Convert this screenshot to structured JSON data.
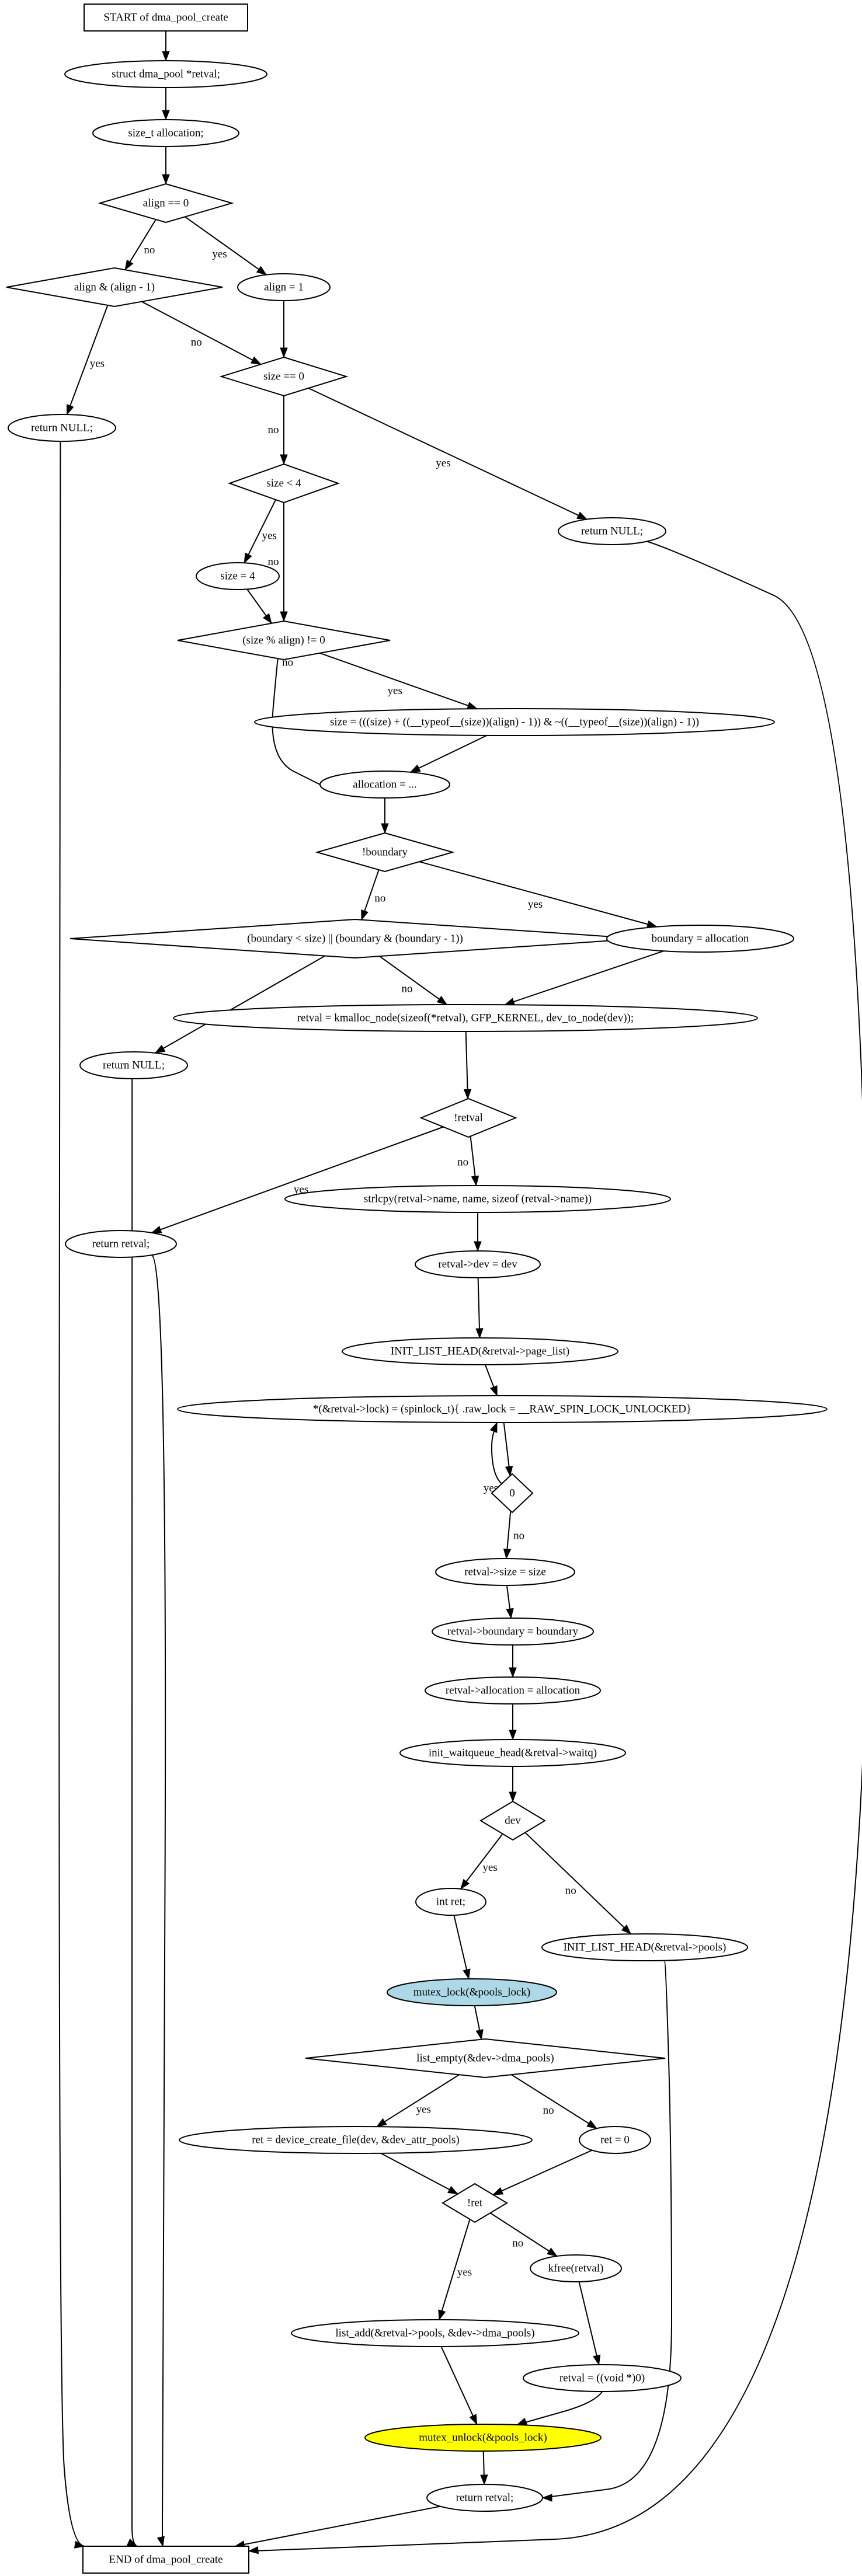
{
  "colors": {
    "stroke": "#000000",
    "background": "#ffffff",
    "mutex_lock_fill": "#add8e6",
    "mutex_unlock_fill": "#ffff00"
  },
  "nodes": [
    {
      "id": "start",
      "shape": "box",
      "text": "START of dma_pool_create"
    },
    {
      "id": "retval_decl",
      "shape": "ellipse",
      "text": "struct dma_pool *retval;"
    },
    {
      "id": "alloc_decl",
      "shape": "ellipse",
      "text": "size_t allocation;"
    },
    {
      "id": "align_eq0",
      "shape": "diamond",
      "text": "align == 0"
    },
    {
      "id": "align_chk",
      "shape": "diamond",
      "text": "align & (align - 1)"
    },
    {
      "id": "align_set1",
      "shape": "ellipse",
      "text": "align = 1"
    },
    {
      "id": "ret_null_1",
      "shape": "ellipse",
      "text": "return NULL;"
    },
    {
      "id": "size_eq0",
      "shape": "diamond",
      "text": "size == 0"
    },
    {
      "id": "size_lt4",
      "shape": "diamond",
      "text": "size < 4"
    },
    {
      "id": "ret_null_2",
      "shape": "ellipse",
      "text": "return NULL;"
    },
    {
      "id": "size_set4",
      "shape": "ellipse",
      "text": "size = 4"
    },
    {
      "id": "size_mod",
      "shape": "diamond",
      "text": "(size % align) != 0"
    },
    {
      "id": "size_round",
      "shape": "ellipse",
      "text": "size = (((size) + ((__typeof__(size))(align) - 1)) & ~((__typeof__(size))(align) - 1))"
    },
    {
      "id": "alloc_assign",
      "shape": "ellipse",
      "text": "allocation = ..."
    },
    {
      "id": "not_boundary",
      "shape": "diamond",
      "text": "!boundary"
    },
    {
      "id": "boundary_chk",
      "shape": "diamond",
      "text": "(boundary < size) || (boundary & (boundary - 1))"
    },
    {
      "id": "boundary_set",
      "shape": "ellipse",
      "text": "boundary = allocation"
    },
    {
      "id": "ret_null_3",
      "shape": "ellipse",
      "text": "return NULL;"
    },
    {
      "id": "kmalloc",
      "shape": "ellipse",
      "text": "retval = kmalloc_node(sizeof(*retval), GFP_KERNEL, dev_to_node(dev));"
    },
    {
      "id": "not_retval",
      "shape": "diamond",
      "text": "!retval"
    },
    {
      "id": "ret_retval_1",
      "shape": "ellipse",
      "text": "return retval;"
    },
    {
      "id": "strlcpy",
      "shape": "ellipse",
      "text": "strlcpy(retval->name, name, sizeof (retval->name))"
    },
    {
      "id": "set_dev",
      "shape": "ellipse",
      "text": "retval->dev = dev"
    },
    {
      "id": "init_page_list",
      "shape": "ellipse",
      "text": "INIT_LIST_HEAD(&retval->page_list)"
    },
    {
      "id": "spinlock",
      "shape": "ellipse",
      "text": "*(&retval->lock) = (spinlock_t){ .raw_lock = __RAW_SPIN_LOCK_UNLOCKED}"
    },
    {
      "id": "zero_loop",
      "shape": "diamond",
      "text": "0"
    },
    {
      "id": "set_size",
      "shape": "ellipse",
      "text": "retval->size = size"
    },
    {
      "id": "set_boundary",
      "shape": "ellipse",
      "text": "retval->boundary = boundary"
    },
    {
      "id": "set_alloc",
      "shape": "ellipse",
      "text": "retval->allocation = allocation"
    },
    {
      "id": "init_waitq",
      "shape": "ellipse",
      "text": "init_waitqueue_head(&retval->waitq)"
    },
    {
      "id": "dev_chk",
      "shape": "diamond",
      "text": "dev"
    },
    {
      "id": "int_ret",
      "shape": "ellipse",
      "text": "int ret;"
    },
    {
      "id": "init_pools",
      "shape": "ellipse",
      "text": "INIT_LIST_HEAD(&retval->pools)"
    },
    {
      "id": "mutex_lock",
      "shape": "ellipse",
      "text": "mutex_lock(&pools_lock)",
      "fill": "#add8e6"
    },
    {
      "id": "list_empty",
      "shape": "diamond",
      "text": "list_empty(&dev->dma_pools)"
    },
    {
      "id": "dev_create_file",
      "shape": "ellipse",
      "text": "ret = device_create_file(dev, &dev_attr_pools)"
    },
    {
      "id": "ret_zero",
      "shape": "ellipse",
      "text": "ret = 0"
    },
    {
      "id": "not_ret",
      "shape": "diamond",
      "text": "!ret"
    },
    {
      "id": "kfree",
      "shape": "ellipse",
      "text": "kfree(retval)"
    },
    {
      "id": "list_add",
      "shape": "ellipse",
      "text": "list_add(&retval->pools, &dev->dma_pools)"
    },
    {
      "id": "retval_null",
      "shape": "ellipse",
      "text": "retval = ((void *)0)"
    },
    {
      "id": "mutex_unlock",
      "shape": "ellipse",
      "text": "mutex_unlock(&pools_lock)",
      "fill": "#ffff00"
    },
    {
      "id": "ret_retval_2",
      "shape": "ellipse",
      "text": "return retval;"
    },
    {
      "id": "end",
      "shape": "box",
      "text": "END of dma_pool_create"
    }
  ],
  "edges": [
    {
      "from": "start",
      "to": "retval_decl",
      "label": ""
    },
    {
      "from": "retval_decl",
      "to": "alloc_decl",
      "label": ""
    },
    {
      "from": "alloc_decl",
      "to": "align_eq0",
      "label": ""
    },
    {
      "from": "align_eq0",
      "to": "align_chk",
      "label": "no"
    },
    {
      "from": "align_eq0",
      "to": "align_set1",
      "label": "yes"
    },
    {
      "from": "align_chk",
      "to": "ret_null_1",
      "label": "yes"
    },
    {
      "from": "align_chk",
      "to": "size_eq0",
      "label": "no"
    },
    {
      "from": "align_set1",
      "to": "size_eq0",
      "label": ""
    },
    {
      "from": "size_eq0",
      "to": "size_lt4",
      "label": "no"
    },
    {
      "from": "size_eq0",
      "to": "ret_null_2",
      "label": "yes"
    },
    {
      "from": "size_lt4",
      "to": "size_set4",
      "label": "yes"
    },
    {
      "from": "size_lt4",
      "to": "size_mod",
      "label": "no"
    },
    {
      "from": "size_set4",
      "to": "size_mod",
      "label": ""
    },
    {
      "from": "size_mod",
      "to": "size_round",
      "label": "yes"
    },
    {
      "from": "size_mod",
      "to": "alloc_assign",
      "label": "no"
    },
    {
      "from": "size_round",
      "to": "alloc_assign",
      "label": ""
    },
    {
      "from": "alloc_assign",
      "to": "not_boundary",
      "label": ""
    },
    {
      "from": "not_boundary",
      "to": "boundary_chk",
      "label": "no"
    },
    {
      "from": "not_boundary",
      "to": "boundary_set",
      "label": "yes"
    },
    {
      "from": "boundary_chk",
      "to": "ret_null_3",
      "label": "yes"
    },
    {
      "from": "boundary_chk",
      "to": "kmalloc",
      "label": "no"
    },
    {
      "from": "boundary_set",
      "to": "kmalloc",
      "label": ""
    },
    {
      "from": "kmalloc",
      "to": "not_retval",
      "label": ""
    },
    {
      "from": "not_retval",
      "to": "ret_retval_1",
      "label": "yes"
    },
    {
      "from": "not_retval",
      "to": "strlcpy",
      "label": "no"
    },
    {
      "from": "strlcpy",
      "to": "set_dev",
      "label": ""
    },
    {
      "from": "set_dev",
      "to": "init_page_list",
      "label": ""
    },
    {
      "from": "init_page_list",
      "to": "spinlock",
      "label": ""
    },
    {
      "from": "spinlock",
      "to": "zero_loop",
      "label": ""
    },
    {
      "from": "zero_loop",
      "to": "spinlock",
      "label": "yes"
    },
    {
      "from": "zero_loop",
      "to": "set_size",
      "label": "no"
    },
    {
      "from": "set_size",
      "to": "set_boundary",
      "label": ""
    },
    {
      "from": "set_boundary",
      "to": "set_alloc",
      "label": ""
    },
    {
      "from": "set_alloc",
      "to": "init_waitq",
      "label": ""
    },
    {
      "from": "init_waitq",
      "to": "dev_chk",
      "label": ""
    },
    {
      "from": "dev_chk",
      "to": "int_ret",
      "label": "yes"
    },
    {
      "from": "dev_chk",
      "to": "init_pools",
      "label": "no"
    },
    {
      "from": "int_ret",
      "to": "mutex_lock",
      "label": ""
    },
    {
      "from": "mutex_lock",
      "to": "list_empty",
      "label": ""
    },
    {
      "from": "list_empty",
      "to": "dev_create_file",
      "label": "yes"
    },
    {
      "from": "list_empty",
      "to": "ret_zero",
      "label": "no"
    },
    {
      "from": "dev_create_file",
      "to": "not_ret",
      "label": ""
    },
    {
      "from": "ret_zero",
      "to": "not_ret",
      "label": ""
    },
    {
      "from": "not_ret",
      "to": "list_add",
      "label": "yes"
    },
    {
      "from": "not_ret",
      "to": "kfree",
      "label": "no"
    },
    {
      "from": "kfree",
      "to": "retval_null",
      "label": ""
    },
    {
      "from": "list_add",
      "to": "mutex_unlock",
      "label": ""
    },
    {
      "from": "retval_null",
      "to": "mutex_unlock",
      "label": ""
    },
    {
      "from": "mutex_unlock",
      "to": "ret_retval_2",
      "label": ""
    },
    {
      "from": "init_pools",
      "to": "ret_retval_2",
      "label": ""
    },
    {
      "from": "ret_retval_2",
      "to": "end",
      "label": ""
    },
    {
      "from": "ret_null_1",
      "to": "end",
      "label": ""
    },
    {
      "from": "ret_null_2",
      "to": "end",
      "label": ""
    },
    {
      "from": "ret_null_3",
      "to": "end",
      "label": ""
    },
    {
      "from": "ret_retval_1",
      "to": "end",
      "label": ""
    }
  ]
}
